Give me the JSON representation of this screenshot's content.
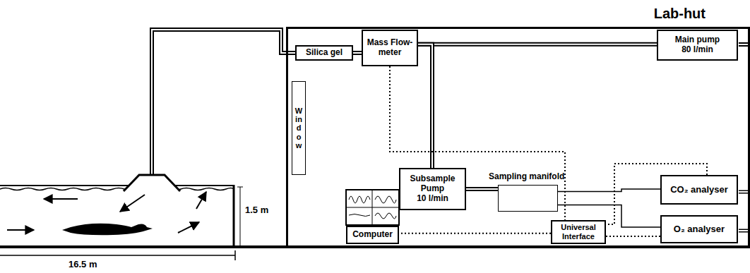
{
  "diagram": {
    "nodes": [
      {
        "text": [
          "Lab-hut"
        ]
      },
      {
        "text": [
          "Silica gel"
        ],
        "in": 0
      },
      {
        "text": [
          "Mass Flow-meter"
        ],
        "in": 0
      },
      {
        "text": [
          "Main pump",
          "80 l/min"
        ],
        "in": 0
      },
      {
        "text": [
          "Window"
        ],
        "in": 0
      },
      {
        "text": [
          "Subsample Pump",
          "10 l/min"
        ],
        "in": 0
      },
      {
        "text": [
          "Sampling manifold"
        ],
        "in": 0
      },
      {
        "text": [
          "CO₂ analyser"
        ],
        "in": 0
      },
      {
        "text": [
          "O₂ analyser"
        ],
        "in": 0
      },
      {
        "text": [
          "Computer"
        ],
        "in": 0
      },
      {
        "text": [
          "Universal Interface"
        ],
        "in": 0
      }
    ],
    "edges": [
      {
        "from": 1,
        "to": 2,
        "arrow": "none"
      },
      {
        "from": 2,
        "to": 3,
        "arrow": "none"
      },
      {
        "from": 2,
        "to": 5,
        "arrow": "none"
      },
      {
        "from": 5,
        "to": 6,
        "arrow": "none"
      },
      {
        "from": 6,
        "to": 7,
        "arrow": "none"
      },
      {
        "from": 6,
        "to": 8,
        "arrow": "none"
      },
      {
        "from": 2,
        "to": 10,
        "arrow": "none"
      },
      {
        "from": 7,
        "to": 10,
        "arrow": "none"
      },
      {
        "from": 8,
        "to": 10,
        "arrow": "none"
      },
      {
        "from": 10,
        "to": 9,
        "arrow": "none"
      }
    ],
    "labels": [
      "1.5 m",
      "16.5 m"
    ]
  }
}
